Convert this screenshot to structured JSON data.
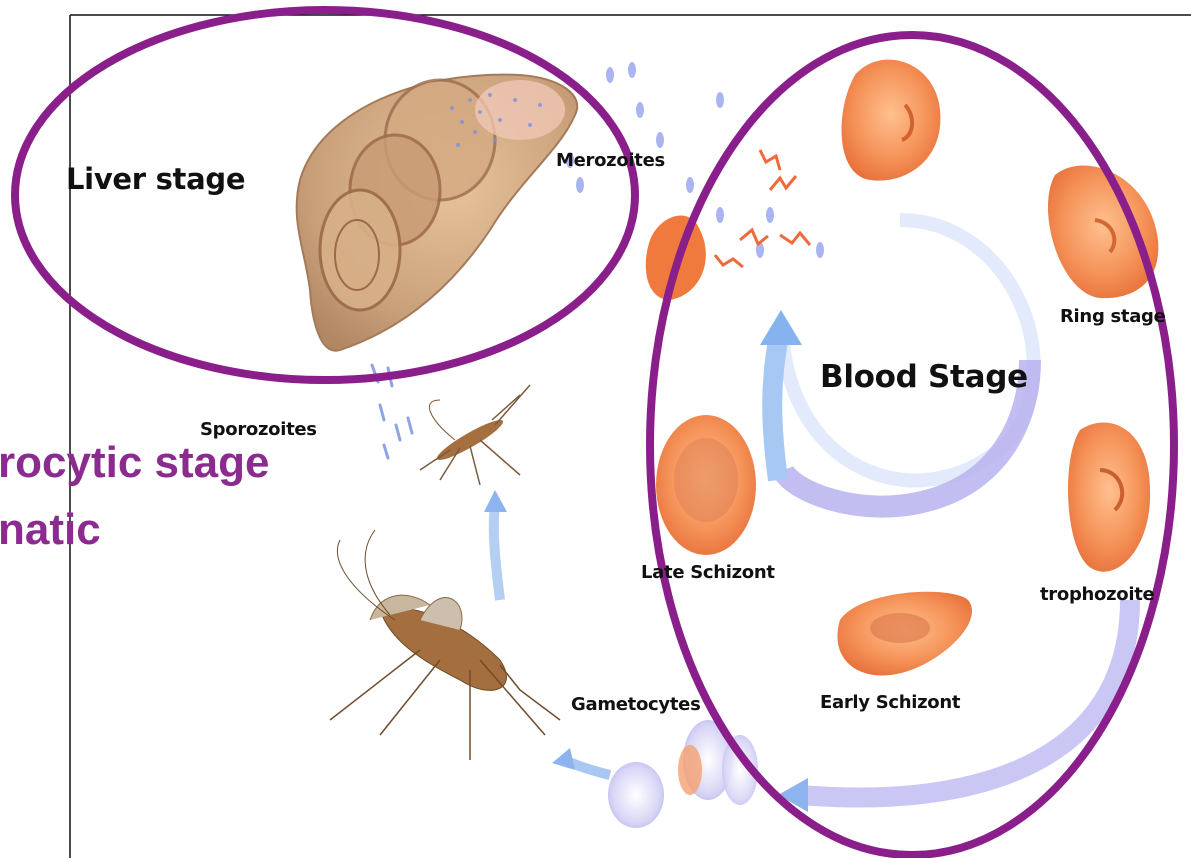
{
  "labels": {
    "liver_stage": "Liver stage",
    "merozoites": "Merozoites",
    "ring_stage": "Ring stage",
    "blood_stage": "Blood Stage",
    "trophozoite": "trophozoite",
    "early_schizont": "Early Schizont",
    "late_schizont": "Late Schizont",
    "gametocytes": "Gametocytes",
    "sporozoites": "Sporozoites"
  },
  "overlay_text": {
    "line1": "rocytic stage",
    "line2": "natic"
  },
  "colors": {
    "highlight_ellipse": "#8a1f8c",
    "overlay_text": "#8b2a8f",
    "cycle_arrow": "#b9b5f0",
    "blood_cell": "#f08a4e",
    "liver": "#c9a07a",
    "mosquito": "#9b6a3c"
  }
}
